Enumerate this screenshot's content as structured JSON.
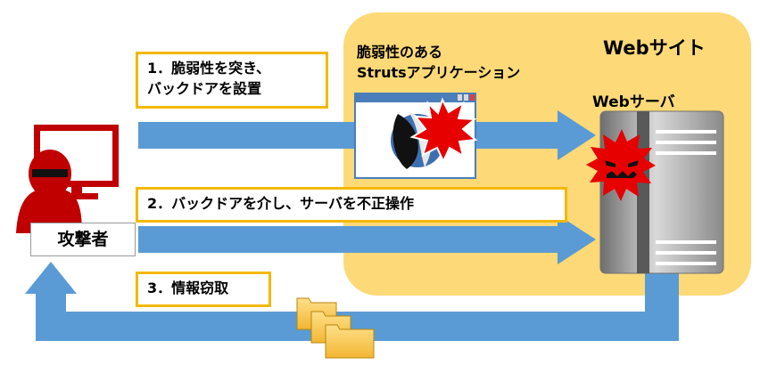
{
  "site": {
    "title": "Webサイト"
  },
  "vulnerable_app": {
    "label_line1": "脆弱性のある",
    "label_line2": "Strutsアプリケーション"
  },
  "server": {
    "label": "Webサーバ"
  },
  "attacker": {
    "label": "攻撃者"
  },
  "steps": [
    {
      "line1": "1．脆弱性を突き、",
      "line2": "バックドアを設置"
    },
    {
      "line1": "2．バックドアを介し、サーバを不正操作"
    },
    {
      "line1": "3．情報窃取"
    }
  ],
  "colors": {
    "arrow": "#5b9bd5",
    "site_bg": "#fdd978",
    "step_border": "#f4b800",
    "attacker": "#c00000",
    "burst": "#e60000",
    "server": "#7f7f7f"
  }
}
